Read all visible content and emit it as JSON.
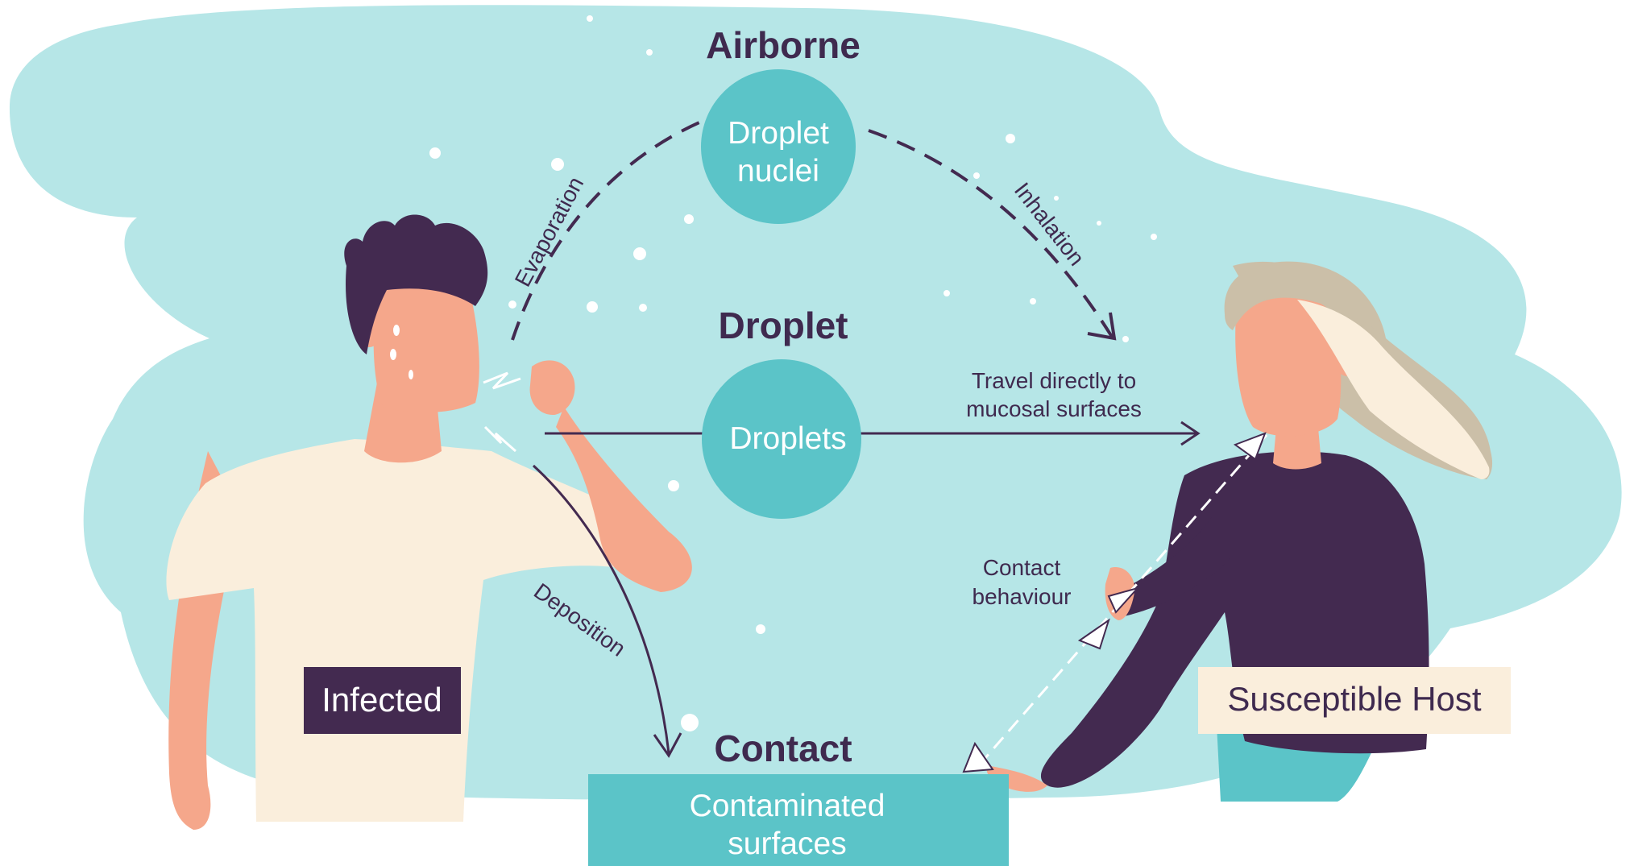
{
  "headings": {
    "airborne": "Airborne",
    "droplet": "Droplet",
    "contact": "Contact"
  },
  "circles": {
    "droplet_nuclei": [
      "Droplet",
      "nuclei"
    ],
    "droplets": "Droplets"
  },
  "boxes": {
    "contaminated_surfaces": [
      "Contaminated",
      "surfaces"
    ],
    "infected": "Infected",
    "susceptible_host": "Susceptible Host"
  },
  "path_labels": {
    "evaporation": "Evaporation",
    "inhalation": "Inhalation",
    "deposition": "Deposition",
    "travel": [
      "Travel directly to",
      "mucosal surfaces"
    ],
    "contact_behaviour": [
      "Contact",
      "behaviour"
    ]
  },
  "colors": {
    "background_blob": "#b6e6e7",
    "teal": "#5bc4c8",
    "dark_purple": "#432a50",
    "skin": "#f5a78b",
    "cream": "#faeedc",
    "hair_blonde": "#cbbfa8"
  }
}
